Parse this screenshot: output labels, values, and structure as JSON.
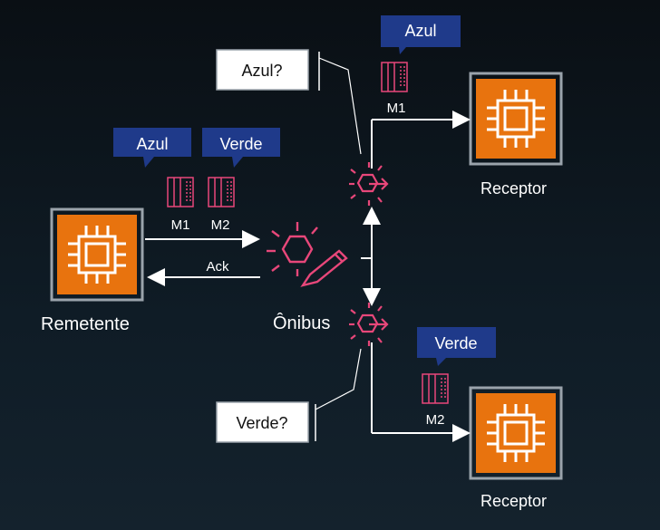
{
  "sender": {
    "label": "Remetente"
  },
  "bus": {
    "label": "Ônibus"
  },
  "receivers": [
    {
      "label": "Receptor",
      "filter_query": "Azul?",
      "tag": "Azul",
      "message": "M1"
    },
    {
      "label": "Receptor",
      "filter_query": "Verde?",
      "tag": "Verde",
      "message": "M2"
    }
  ],
  "sent_messages": [
    {
      "tag": "Azul",
      "message": "M1"
    },
    {
      "tag": "Verde",
      "message": "M2"
    }
  ],
  "ack": "Ack",
  "colors": {
    "processor_orange": "#e8730e",
    "tag_blue": "#1f3a8a",
    "accent_pink": "#e8477a"
  }
}
